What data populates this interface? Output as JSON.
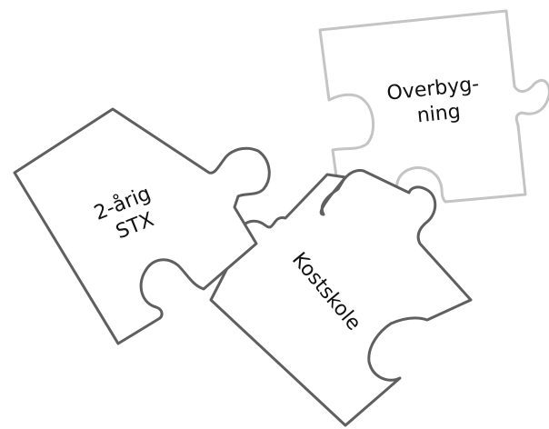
{
  "pieces": [
    {
      "id": "overbygning",
      "lines": [
        "Overbyg-",
        "ning"
      ]
    },
    {
      "id": "kostskole",
      "lines": [
        "Kostskole"
      ]
    },
    {
      "id": "stx",
      "lines": [
        "2-årig",
        "STX"
      ]
    }
  ]
}
